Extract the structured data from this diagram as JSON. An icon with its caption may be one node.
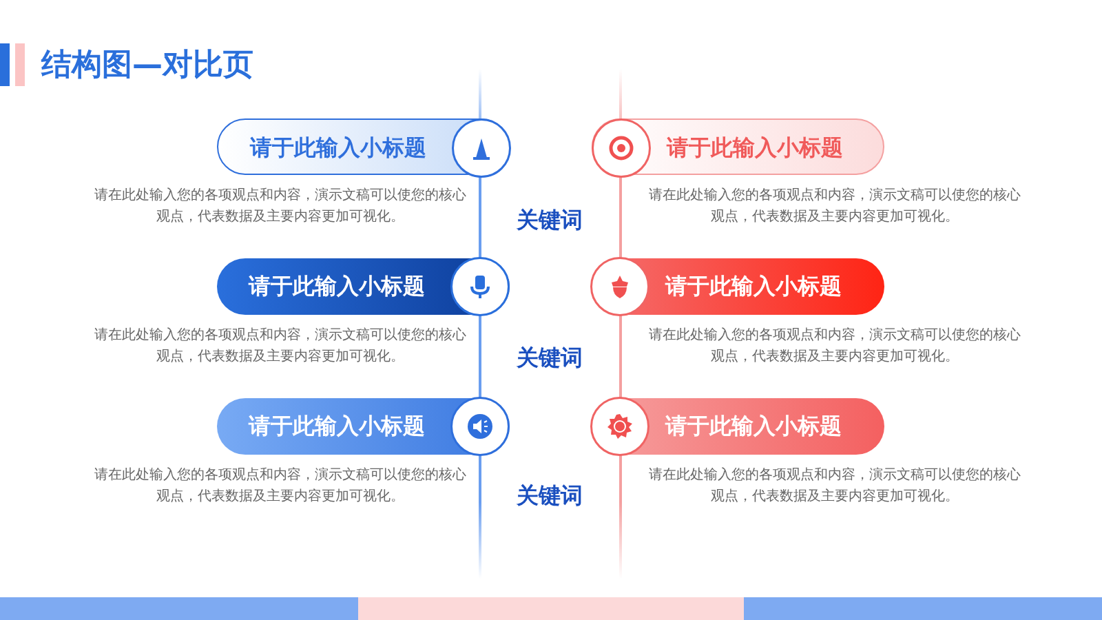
{
  "diagram": {
    "title": "结构图—对比页",
    "nodes": [
      {
        "text": [
          "请于此输入小标题"
        ],
        "beside": [
          "请在此处输入您的各项观点和内容，演示文稿可以使您的核心观点，代表数据及主要内容更加可视化。"
        ]
      },
      {
        "text": [
          "请于此输入小标题"
        ],
        "beside": [
          "请在此处输入您的各项观点和内容，演示文稿可以使您的核心观点，代表数据及主要内容更加可视化。"
        ]
      },
      {
        "text": [
          "请于此输入小标题"
        ],
        "beside": [
          "请在此处输入您的各项观点和内容，演示文稿可以使您的核心观点，代表数据及主要内容更加可视化。"
        ]
      },
      {
        "text": [
          "请于此输入小标题"
        ],
        "beside": [
          "请在此处输入您的各项观点和内容，演示文稿可以使您的核心观点，代表数据及主要内容更加可视化。"
        ]
      },
      {
        "text": [
          "请于此输入小标题"
        ],
        "beside": [
          "请在此处输入您的各项观点和内容，演示文稿可以使您的核心观点，代表数据及主要内容更加可视化。"
        ]
      },
      {
        "text": [
          "请于此输入小标题"
        ],
        "beside": [
          "请在此处输入您的各项观点和内容，演示文稿可以使您的核心观点，代表数据及主要内容更加可视化。"
        ]
      }
    ],
    "labels": [
      "关键词",
      "关键词",
      "关键词"
    ]
  }
}
